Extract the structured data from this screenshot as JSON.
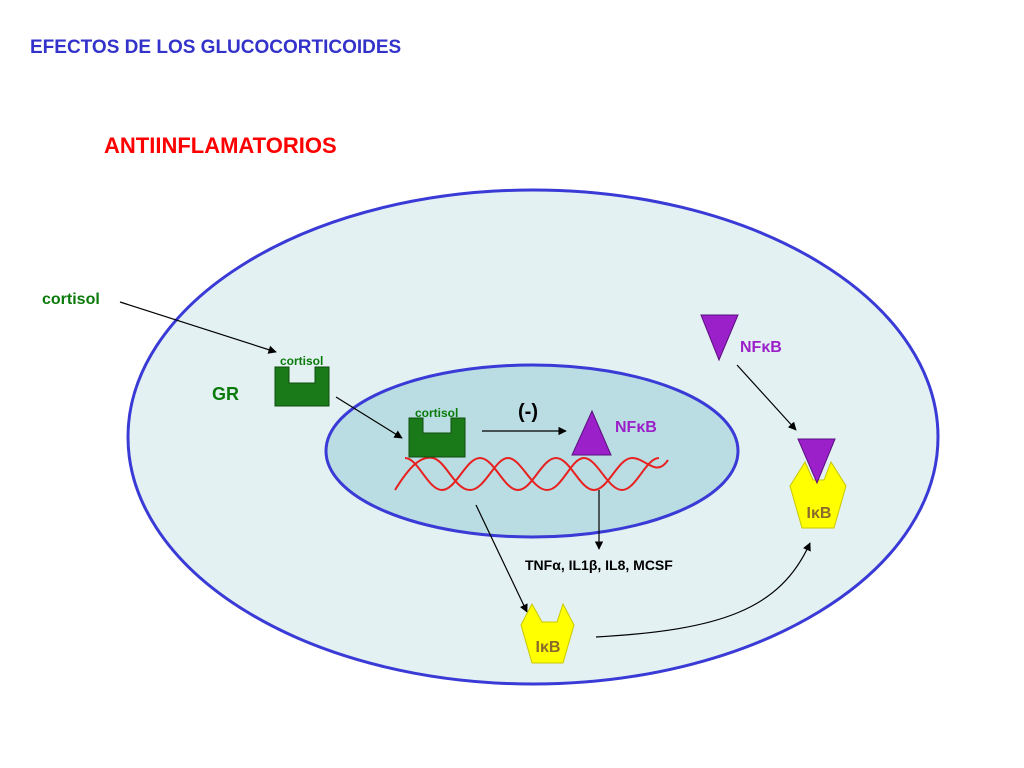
{
  "slide": {
    "title": "EFECTOS DE LOS GLUCOCORTICOIDES",
    "subtitle": "ANTIINFLAMATORIOS"
  },
  "diagram": {
    "cortisol_label": "cortisol",
    "receptor_label": "GR",
    "receptor_ligand_label": "cortisol",
    "nuclear_complex_ligand_label": "cortisol",
    "inhibition_label": "(-)",
    "nfkb_nucleus_label": "NFκB",
    "nfkb_cytoplasm_label": "NFκB",
    "cytokines_label": "TNFα, IL1β, IL8, MCSF",
    "ikb_synthesized_label": "IκB",
    "ikb_complex_label": "IκB"
  },
  "colors": {
    "title_blue": "#3333cc",
    "subtitle_red": "#ff0000",
    "membrane_blue": "#3a3ad6",
    "cytoplasm_fill": "#e3f1f3",
    "nucleus_fill": "#b9dde2",
    "receptor_green": "#1a7a1a",
    "label_green": "#0a7a0a",
    "nfkb_purple": "#9b20c9",
    "ikb_yellow": "#ffff00",
    "ikb_text": "#8b6b2b",
    "dna_red": "#e82020"
  }
}
